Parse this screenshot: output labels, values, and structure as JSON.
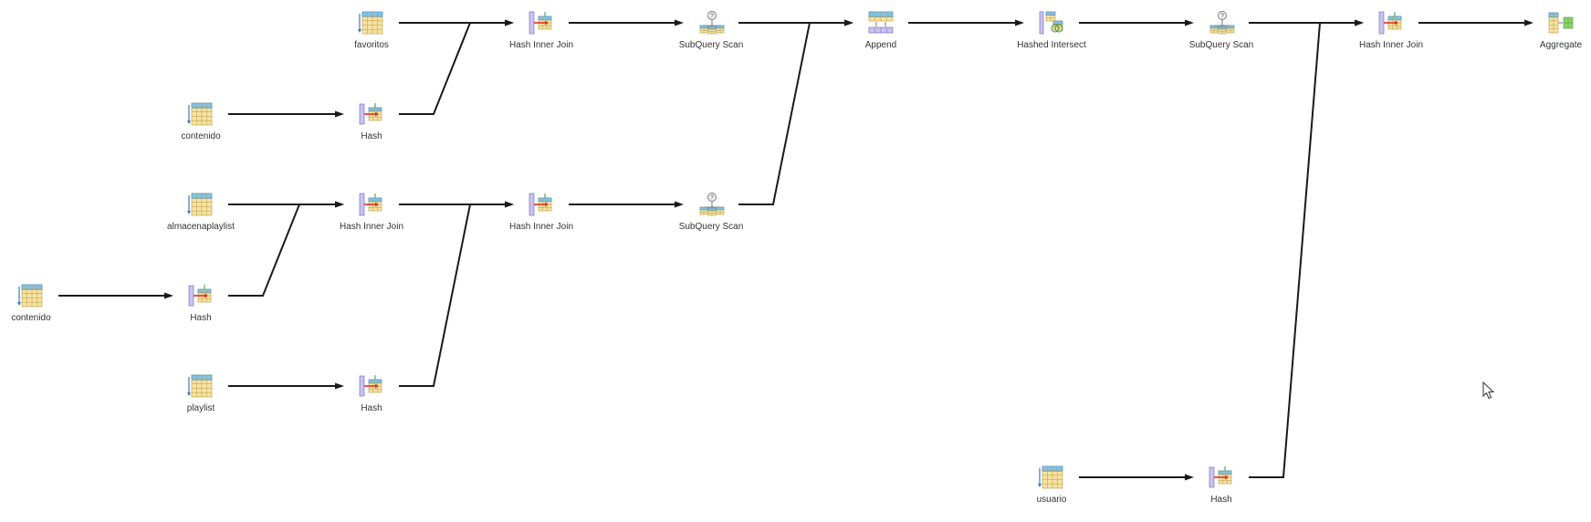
{
  "nodes": [
    {
      "id": "n_favoritos",
      "icon": "table-scan-icon",
      "label": "favoritos"
    },
    {
      "id": "n_contenido_1",
      "icon": "table-scan-icon",
      "label": "contenido"
    },
    {
      "id": "n_almacenaplaylist",
      "icon": "table-scan-icon",
      "label": "almacenaplaylist"
    },
    {
      "id": "n_contenido_2",
      "icon": "table-scan-icon",
      "label": "contenido"
    },
    {
      "id": "n_playlist",
      "icon": "table-scan-icon",
      "label": "playlist"
    },
    {
      "id": "n_hash_a",
      "icon": "hash-icon",
      "label": "Hash"
    },
    {
      "id": "n_hash_b",
      "icon": "hash-icon",
      "label": "Hash"
    },
    {
      "id": "n_hash_c",
      "icon": "hash-icon",
      "label": "Hash"
    },
    {
      "id": "n_hij_a",
      "icon": "hash-join-icon",
      "label": "Hash Inner Join"
    },
    {
      "id": "n_hij_b",
      "icon": "hash-join-icon",
      "label": "Hash Inner Join"
    },
    {
      "id": "n_hij_c",
      "icon": "hash-join-icon",
      "label": "Hash Inner Join"
    },
    {
      "id": "n_sqs_a",
      "icon": "subquery-scan-icon",
      "label": "SubQuery Scan"
    },
    {
      "id": "n_sqs_b",
      "icon": "subquery-scan-icon",
      "label": "SubQuery Scan"
    },
    {
      "id": "n_append",
      "icon": "append-icon",
      "label": "Append"
    },
    {
      "id": "n_intersect",
      "icon": "hashed-intersect-icon",
      "label": "Hashed Intersect"
    },
    {
      "id": "n_sqs_c",
      "icon": "subquery-scan-icon",
      "label": "SubQuery Scan"
    },
    {
      "id": "n_hij_d",
      "icon": "hash-join-icon",
      "label": "Hash Inner Join"
    },
    {
      "id": "n_aggregate",
      "icon": "aggregate-icon",
      "label": "Aggregate"
    },
    {
      "id": "n_usuario",
      "icon": "table-scan-icon",
      "label": "usuario"
    },
    {
      "id": "n_hash_d",
      "icon": "hash-icon",
      "label": "Hash"
    }
  ],
  "edges": [
    {
      "from": "n_favoritos",
      "to": "n_hij_a"
    },
    {
      "from": "n_hash_a",
      "to": "n_hij_a"
    },
    {
      "from": "n_contenido_1",
      "to": "n_hash_a"
    },
    {
      "from": "n_hij_a",
      "to": "n_sqs_a"
    },
    {
      "from": "n_sqs_a",
      "to": "n_append"
    },
    {
      "from": "n_sqs_b",
      "to": "n_append"
    },
    {
      "from": "n_append",
      "to": "n_intersect"
    },
    {
      "from": "n_intersect",
      "to": "n_sqs_c"
    },
    {
      "from": "n_sqs_c",
      "to": "n_hij_d"
    },
    {
      "from": "n_hash_d",
      "to": "n_hij_d"
    },
    {
      "from": "n_hij_d",
      "to": "n_aggregate"
    },
    {
      "from": "n_almacenaplaylist",
      "to": "n_hij_b"
    },
    {
      "from": "n_hash_b",
      "to": "n_hij_b"
    },
    {
      "from": "n_contenido_2",
      "to": "n_hash_b"
    },
    {
      "from": "n_hij_b",
      "to": "n_hij_c"
    },
    {
      "from": "n_hash_c",
      "to": "n_hij_c"
    },
    {
      "from": "n_playlist",
      "to": "n_hash_c"
    },
    {
      "from": "n_hij_c",
      "to": "n_sqs_b"
    },
    {
      "from": "n_usuario",
      "to": "n_hash_d"
    }
  ],
  "colors": {
    "edge": "#1a1a1a",
    "table_blue": "#7fc3e8",
    "table_yellow": "#f7e3a1",
    "join_red": "#d9342b",
    "aggregate_green": "#8fd16b"
  }
}
